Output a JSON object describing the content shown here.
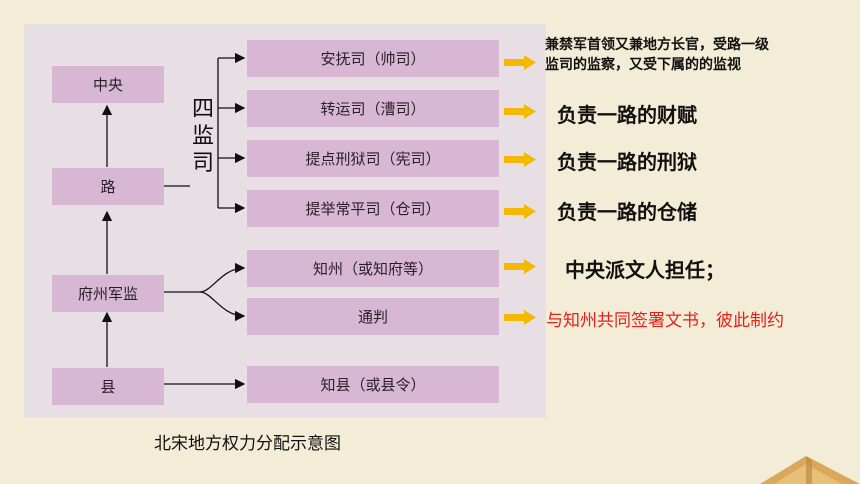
{
  "diagram": {
    "caption": "北宋地方权力分配示意图",
    "left_column": {
      "central": "中央",
      "lu": "路",
      "fuzhou": "府州军监",
      "xian": "县"
    },
    "sijian_label": [
      "四",
      "监",
      "司"
    ],
    "four_offices": [
      "安抚司（帅司）",
      "转运司（漕司）",
      "提点刑狱司（宪司）",
      "提举常平司（仓司）"
    ],
    "prefecture_offices": [
      "知州（或知府等）",
      "通判"
    ],
    "county_office": "知县（或县令）"
  },
  "notes": {
    "anfu_line1": "兼禁军首领又兼地方长官，受路一级",
    "anfu_line2": "监司的监察，又受下属的的监视",
    "zhuanyun": "负责一路的财赋",
    "tidian": "负责一路的刑狱",
    "tiju": "负责一路的仓储",
    "zhizhou": "中央派文人担任；",
    "tongpan": "与知州共同签署文书，彼此制约"
  },
  "colors": {
    "background": "#f3ecd7",
    "panel": "#e8dfe5",
    "box": "#d8b7d4",
    "arrow": "#f5b800",
    "note_red": "#e8201c"
  }
}
